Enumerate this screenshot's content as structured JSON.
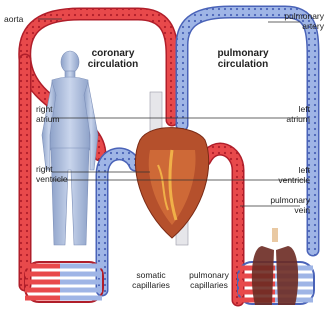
{
  "sections": {
    "coronary_line1": "coronary",
    "coronary_line2": "circulation",
    "pulmonary_line1": "pulmonary",
    "pulmonary_line2": "circulation"
  },
  "labels": {
    "aorta": "aorta",
    "pulmonary_artery_line1": "pulmonary",
    "pulmonary_artery_line2": "artery",
    "right_atrium_line1": "right",
    "right_atrium_line2": "atrium",
    "right_ventricle_line1": "right",
    "right_ventricle_line2": "ventricle",
    "left_atrium_line1": "left",
    "left_atrium_line2": "atrium",
    "left_ventricle_line1": "left",
    "left_ventricle_line2": "ventricle",
    "pulmonary_vein_line1": "pulmonary",
    "pulmonary_vein_line2": "vein",
    "somatic_capillaries_line1": "somatic",
    "somatic_capillaries_line2": "capillaries",
    "pulmonary_capillaries_line1": "pulmonary",
    "pulmonary_capillaries_line2": "capillaries"
  },
  "colors": {
    "oxygenated": "#e8494b",
    "deoxygenated": "#8fa9e0",
    "label_text": "#222222"
  }
}
